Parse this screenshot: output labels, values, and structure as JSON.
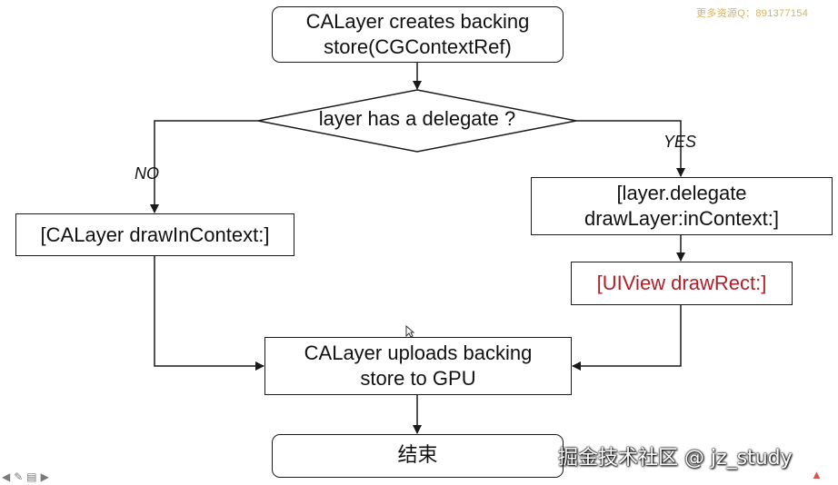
{
  "diagram": {
    "start_box": "CALayer creates backing\nstore(CGContextRef)",
    "decision": "layer has a delegate ?",
    "no_label": "NO",
    "yes_label": "YES",
    "no_branch_box": "[CALayer drawInContext:]",
    "delegate_box": "[layer.delegate\ndrawLayer:inContext:]",
    "drawrect_box": "[UIView drawRect:]",
    "upload_box": "CALayer uploads backing\nstore to GPU",
    "end_box": "结束",
    "colors": {
      "line": "#1a1a1a",
      "highlight_text": "#b0202a"
    }
  },
  "overlay": {
    "top_watermark": "更多资源Q：891377154",
    "bottom_watermark": "掘金技术社区 @ jz_study"
  },
  "toolbar": {
    "icons": [
      "prev-arrow-icon",
      "pen-icon",
      "menu-icon",
      "next-arrow-icon"
    ]
  }
}
